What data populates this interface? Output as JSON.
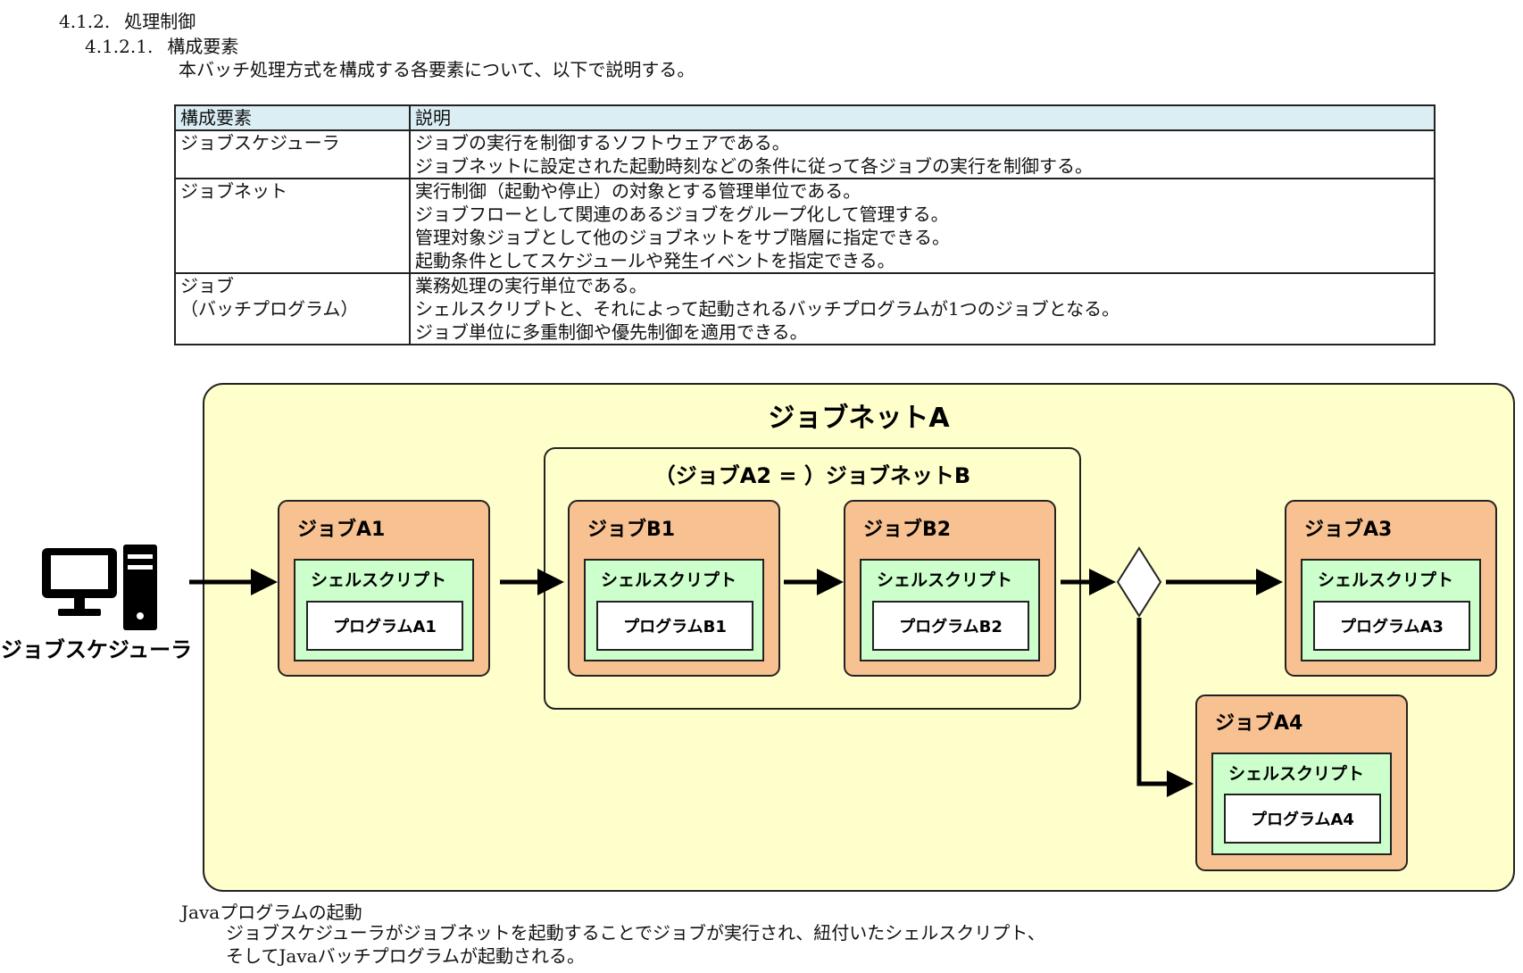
{
  "headings": {
    "h1_num": "4.1.2.",
    "h1_title": "処理制御",
    "h2_num": "4.1.2.1.",
    "h2_title": "構成要素",
    "intro": "本バッチ処理方式を構成する各要素について、以下で説明する。"
  },
  "table": {
    "headers": [
      "構成要素",
      "説明"
    ],
    "rows": [
      {
        "name": [
          "ジョブスケジューラ"
        ],
        "desc": [
          "ジョブの実行を制御するソフトウェアである。",
          "ジョブネットに設定された起動時刻などの条件に従って各ジョブの実行を制御する。"
        ]
      },
      {
        "name": [
          "ジョブネット"
        ],
        "desc": [
          "実行制御（起動や停止）の対象とする管理単位である。",
          "ジョブフローとして関連のあるジョブをグループ化して管理する。",
          "管理対象ジョブとして他のジョブネットをサブ階層に指定できる。",
          "起動条件としてスケジュールや発生イベントを指定できる。"
        ]
      },
      {
        "name": [
          "ジョブ",
          "（バッチプログラム）"
        ],
        "desc": [
          "業務処理の実行単位である。",
          "シェルスクリプトと、それによって起動されるバッチプログラムが1つのジョブとなる。",
          "ジョブ単位に多重制御や優先制御を適用できる。"
        ]
      }
    ]
  },
  "diagram": {
    "scheduler_label": "ジョブスケジューラ",
    "scheduler_icon": "desktop-computer-icon",
    "jobnet_a_label": "ジョブネットA",
    "jobnet_b_label": "（ジョブA2 = ）ジョブネットB",
    "shell_label": "シェルスクリプト",
    "jobs": {
      "a1": {
        "label": "ジョブA1",
        "program": "プログラムA1"
      },
      "b1": {
        "label": "ジョブB1",
        "program": "プログラムB1"
      },
      "b2": {
        "label": "ジョブB2",
        "program": "プログラムB2"
      },
      "a3": {
        "label": "ジョブA3",
        "program": "プログラムA3"
      },
      "a4": {
        "label": "ジョブA4",
        "program": "プログラムA4"
      }
    },
    "colors": {
      "jobnet_fill": "#ffffcc",
      "job_fill": "#f8c191",
      "shell_fill": "#ccffcc",
      "program_fill": "#ffffff"
    }
  },
  "java": {
    "title": "Javaプログラムの起動",
    "body": [
      "ジョブスケジューラがジョブネットを起動することでジョブが実行され、紐付いたシェルスクリプト、",
      "そしてJavaバッチプログラムが起動される。"
    ]
  }
}
